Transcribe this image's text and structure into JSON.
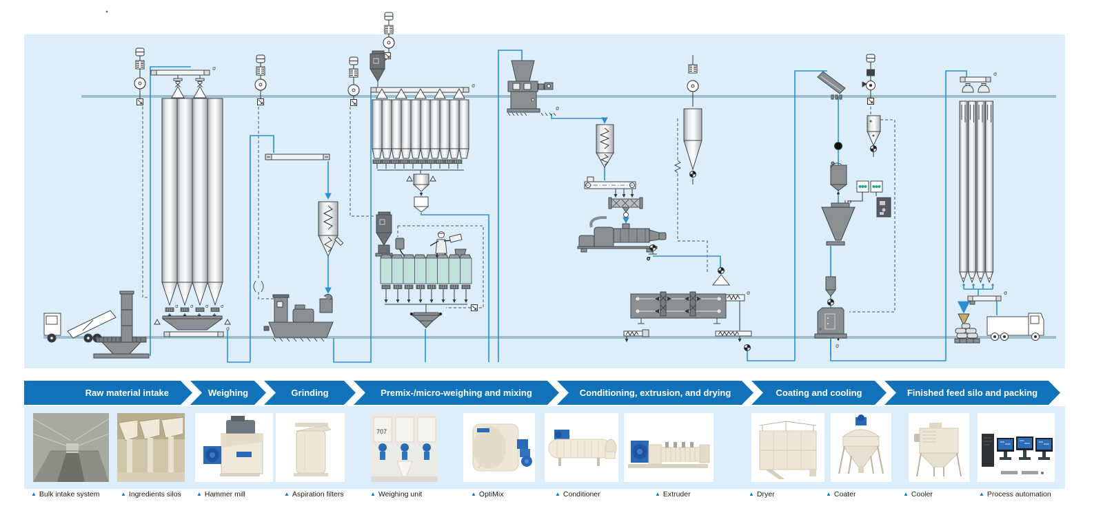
{
  "banner": {
    "color": "#1172b8",
    "text_color": "#ffffff",
    "segments": [
      {
        "label": "Raw material intake"
      },
      {
        "label": "Weighing"
      },
      {
        "label": "Grinding"
      },
      {
        "label": "Premix-/micro-weighing and mixing"
      },
      {
        "label": "Conditioning, extrusion, and drying"
      },
      {
        "label": "Coating and cooling"
      },
      {
        "label": "Finished feed silo and packing"
      }
    ]
  },
  "gallery": {
    "bullet_color": "#1172b8",
    "items": [
      {
        "label": "Bulk intake system"
      },
      {
        "label": "Ingredients silos"
      },
      {
        "label": "Hammer mill"
      },
      {
        "label": "Aspiration filters"
      },
      {
        "label": "Weighing unit",
        "photo_text": "707"
      },
      {
        "label": "OptiMix"
      },
      {
        "label": "Conditioner"
      },
      {
        "label": "Extruder"
      },
      {
        "label": "Dryer"
      },
      {
        "label": "Coater"
      },
      {
        "label": "Cooler"
      },
      {
        "label": "Process automation"
      }
    ]
  },
  "diagram": {
    "background_color": "#dceef9",
    "pipe_color": "#2e8fd0",
    "machine_color": "#8a8f93",
    "floor_line_color": "#9fbecd",
    "bin_color": "#c3e1dc"
  }
}
